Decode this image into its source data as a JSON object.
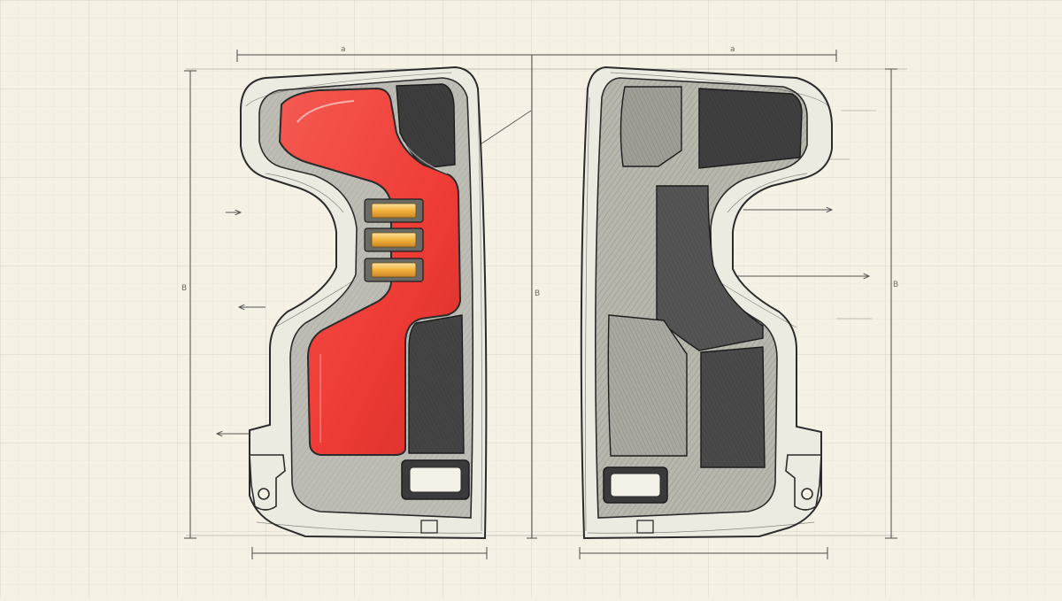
{
  "sheet": {
    "paper_color": "#f5f1e4",
    "grid_color": "#d9dccf",
    "ink_color": "#2b2b2b",
    "lens_red": "#ef3b35",
    "amber": "#f2b23a",
    "housing_dark": "#3d3d3d",
    "views": [
      {
        "name": "left-taillight-outer-view"
      },
      {
        "name": "right-taillight-inner-view"
      }
    ],
    "dimension_marks": [
      "a",
      "a",
      "B",
      "B",
      "B"
    ]
  }
}
